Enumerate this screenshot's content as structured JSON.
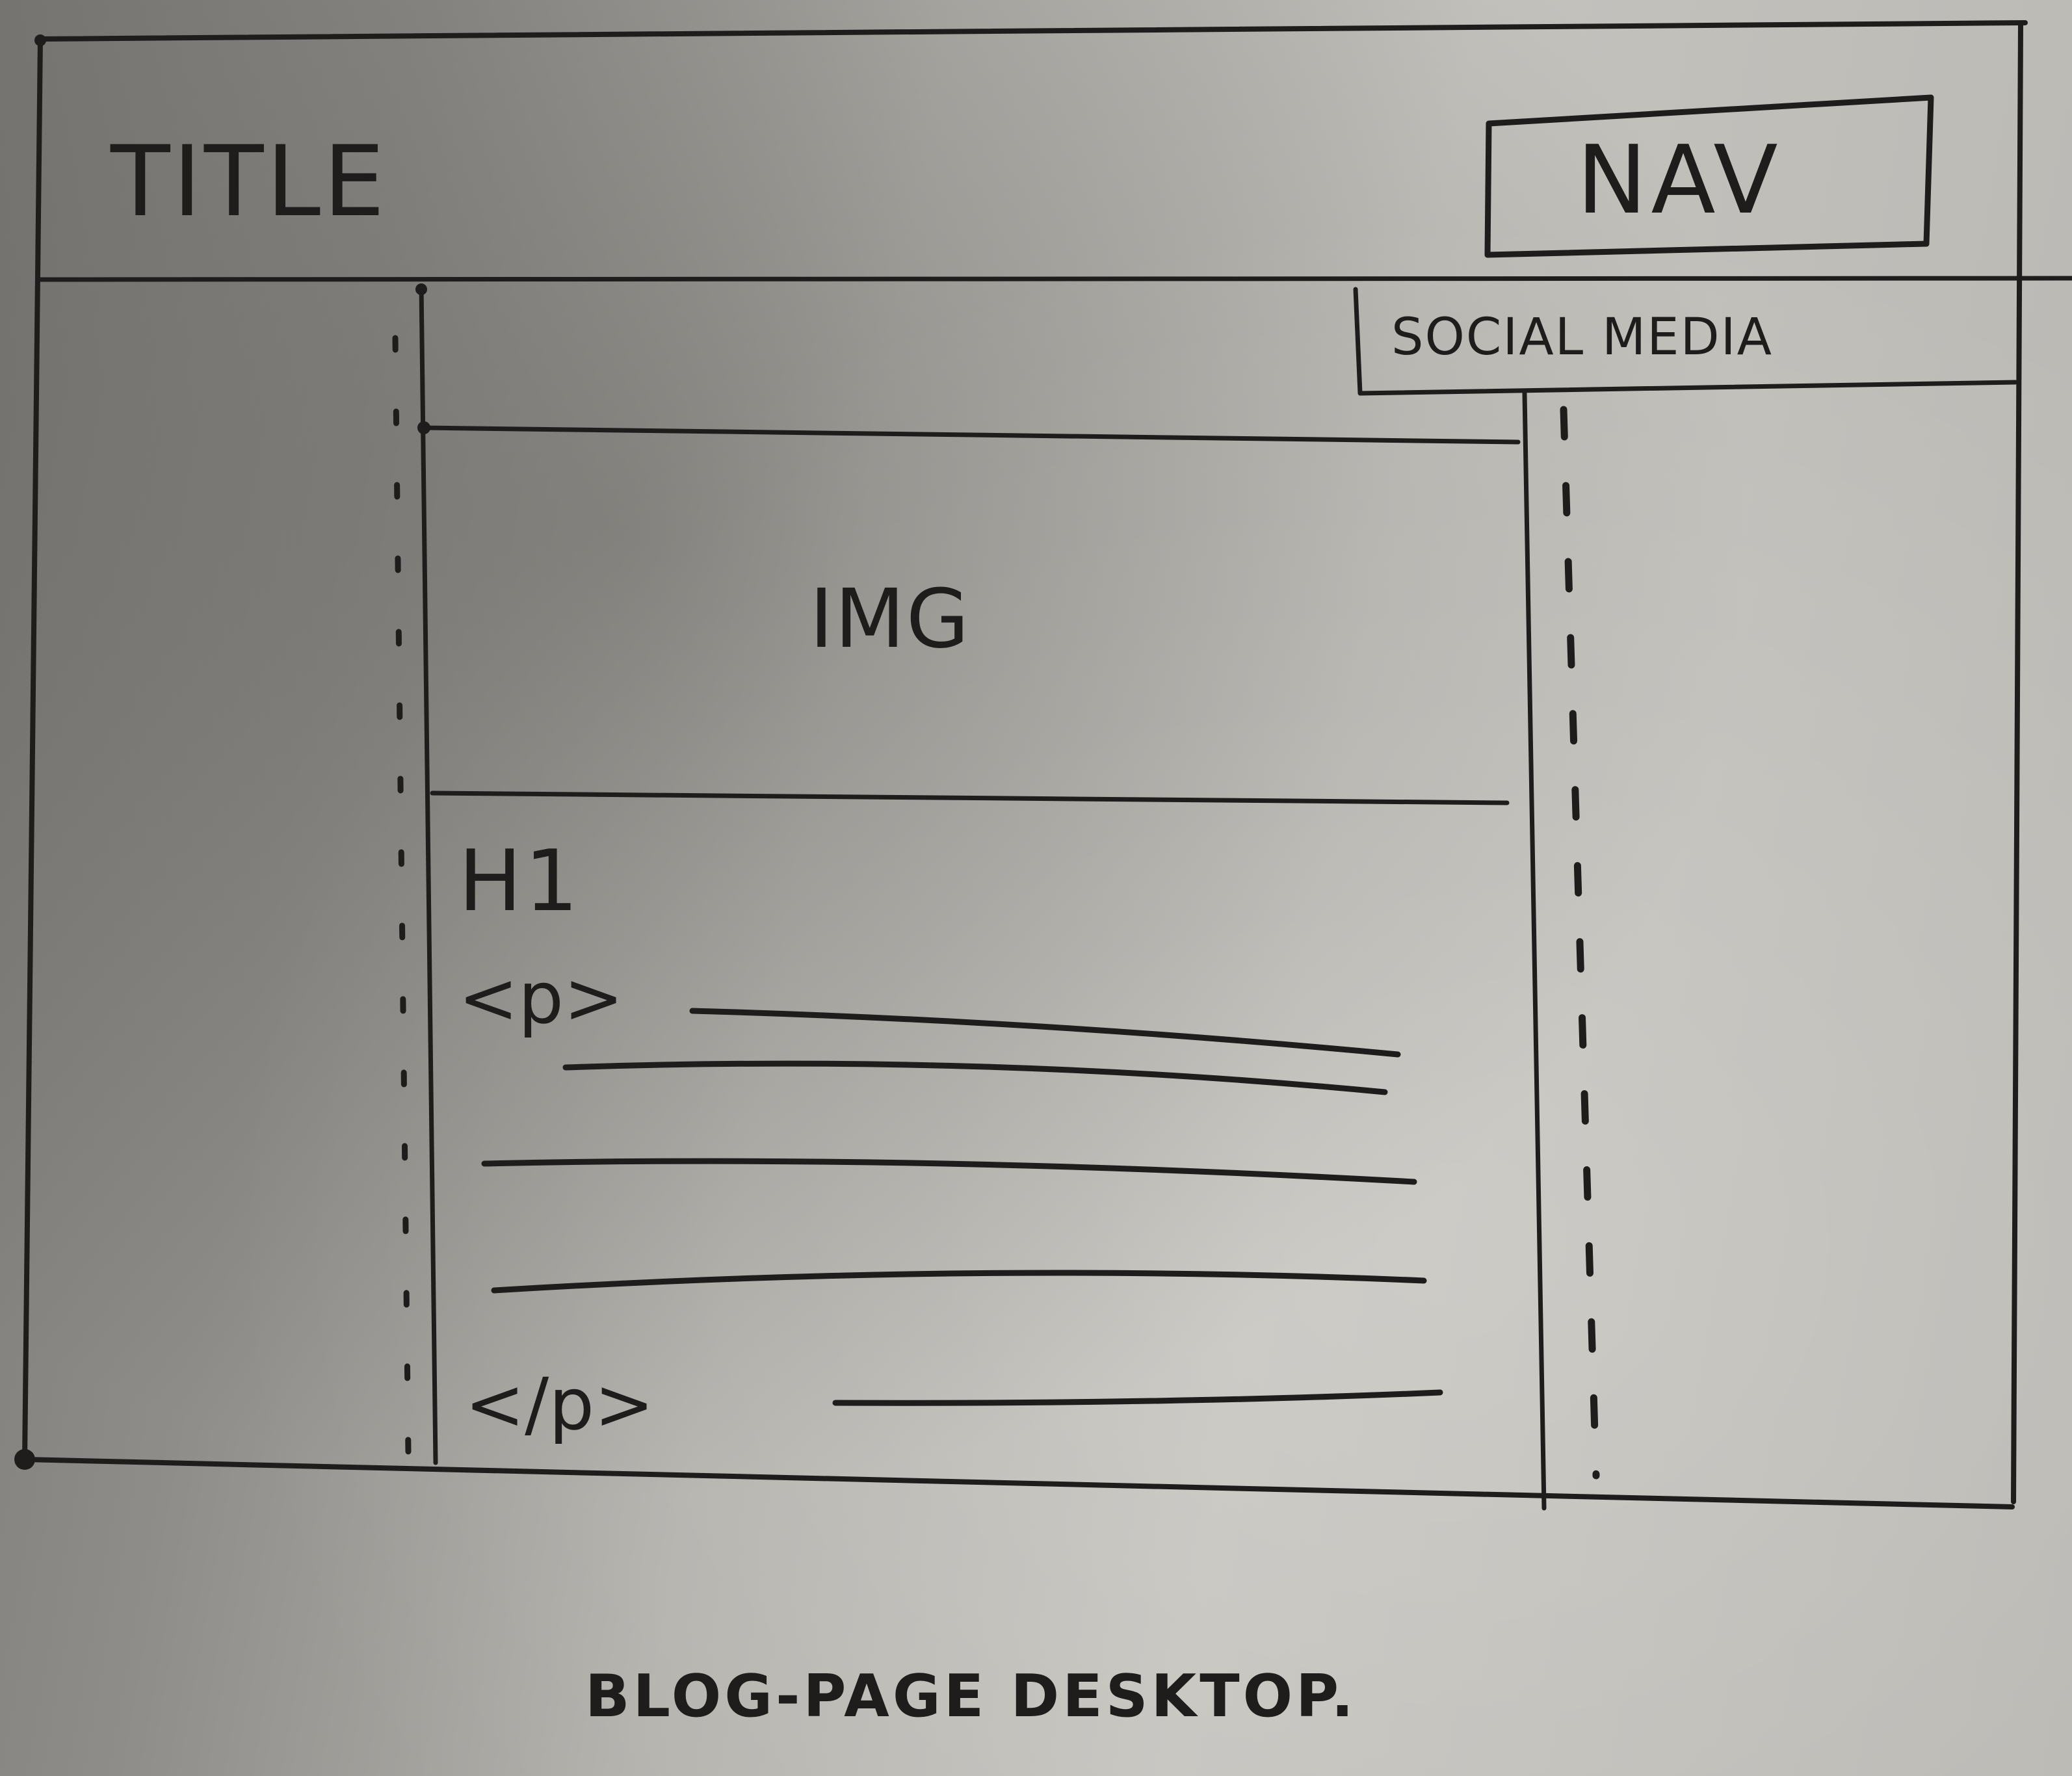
{
  "header": {
    "title": "TITLE",
    "nav": "NAV"
  },
  "sidebar": {
    "social_media": "SOCIAL MEDIA"
  },
  "content": {
    "image": "IMG",
    "heading": "H1",
    "paragraph_open": "<p>",
    "paragraph_close": "</p>"
  },
  "caption": "BLOG-PAGE DESKTOP."
}
